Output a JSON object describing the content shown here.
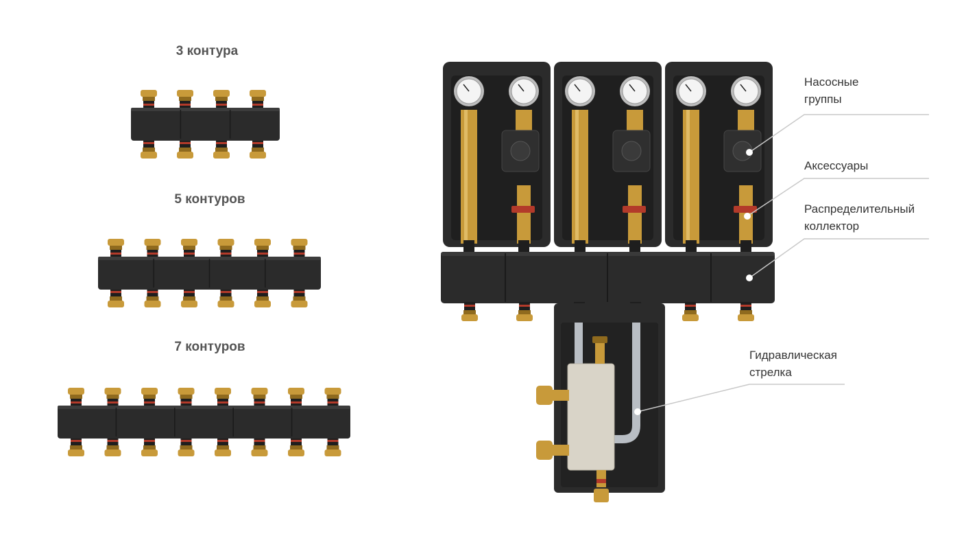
{
  "variants": [
    {
      "title": "3 контура",
      "outlets": 4
    },
    {
      "title": "5 контуров",
      "outlets": 6
    },
    {
      "title": "7 контуров",
      "outlets": 8
    }
  ],
  "callouts": {
    "pump_groups": [
      "Насосные",
      "группы"
    ],
    "accessories": [
      "Аксессуары"
    ],
    "manifold": [
      "Распределительный",
      "коллектор"
    ],
    "hydraulic_separator": [
      "Гидравлическая",
      "стрелка"
    ]
  },
  "colors": {
    "insulation": "#2b2b2b",
    "insulation_edge": "#3c3c3c",
    "brass": "#c89a3a",
    "brass_dark": "#8f6a1e",
    "red_ring": "#b33a2a",
    "leader": "#c8c8c8",
    "separator_body": "#d9d4c8"
  },
  "pump_groups_count": 3
}
